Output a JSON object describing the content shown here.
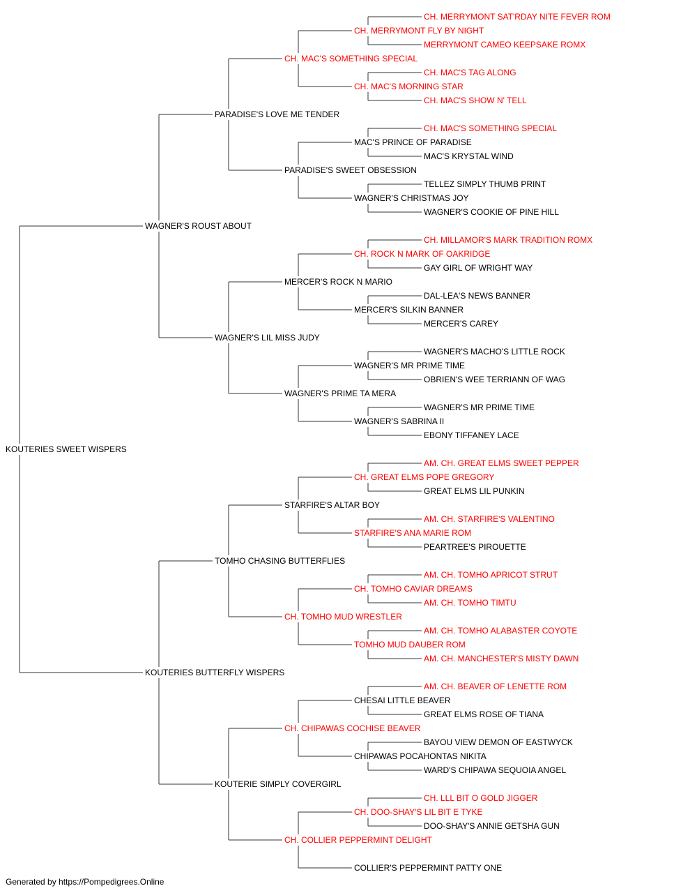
{
  "colors": {
    "normal": "#000000",
    "champion": "#ff0000",
    "line": "#333333"
  },
  "pedigree": {
    "name": "KOUTERIES SWEET WISPERS",
    "champion": false,
    "sire": {
      "name": "WAGNER'S ROUST ABOUT",
      "champion": false,
      "sire": {
        "name": "PARADISE'S LOVE ME TENDER",
        "champion": false,
        "sire": {
          "name": "CH. MAC'S SOMETHING SPECIAL",
          "champion": true,
          "sire": {
            "name": "CH. MERRYMONT FLY BY NIGHT",
            "champion": true,
            "sire": {
              "name": "CH. MERRYMONT SAT'RDAY NITE FEVER ROM",
              "champion": true
            },
            "dam": {
              "name": "MERRYMONT CAMEO KEEPSAKE ROMX",
              "champion": true
            }
          },
          "dam": {
            "name": "CH. MAC'S MORNING STAR",
            "champion": true,
            "sire": {
              "name": "CH. MAC'S TAG ALONG",
              "champion": true
            },
            "dam": {
              "name": "CH. MAC'S SHOW N' TELL",
              "champion": true
            }
          }
        },
        "dam": {
          "name": "PARADISE'S SWEET OBSESSION",
          "champion": false,
          "sire": {
            "name": "MAC'S PRINCE OF PARADISE",
            "champion": false,
            "sire": {
              "name": "CH. MAC'S SOMETHING SPECIAL",
              "champion": true
            },
            "dam": {
              "name": "MAC'S KRYSTAL WIND",
              "champion": false
            }
          },
          "dam": {
            "name": "WAGNER'S CHRISTMAS JOY",
            "champion": false,
            "sire": {
              "name": "TELLEZ SIMPLY THUMB PRINT",
              "champion": false
            },
            "dam": {
              "name": "WAGNER'S COOKIE OF PINE HILL",
              "champion": false
            }
          }
        }
      },
      "dam": {
        "name": "WAGNER'S LIL MISS JUDY",
        "champion": false,
        "sire": {
          "name": "MERCER'S ROCK N MARIO",
          "champion": false,
          "sire": {
            "name": "CH. ROCK N MARK OF OAKRIDGE",
            "champion": true,
            "sire": {
              "name": "CH. MILLAMOR'S MARK TRADITION ROMX",
              "champion": true
            },
            "dam": {
              "name": "GAY GIRL OF WRIGHT WAY",
              "champion": false
            }
          },
          "dam": {
            "name": "MERCER'S SILKIN BANNER",
            "champion": false,
            "sire": {
              "name": "DAL-LEA'S NEWS BANNER",
              "champion": false
            },
            "dam": {
              "name": "MERCER'S CAREY",
              "champion": false
            }
          }
        },
        "dam": {
          "name": "WAGNER'S PRIME TA MERA",
          "champion": false,
          "sire": {
            "name": "WAGNER'S MR PRIME TIME",
            "champion": false,
            "sire": {
              "name": "WAGNER'S MACHO'S LITTLE ROCK",
              "champion": false
            },
            "dam": {
              "name": "OBRIEN'S WEE TERRIANN OF WAG",
              "champion": false
            }
          },
          "dam": {
            "name": "WAGNER'S SABRINA II",
            "champion": false,
            "sire": {
              "name": "WAGNER'S MR PRIME TIME",
              "champion": false
            },
            "dam": {
              "name": "EBONY TIFFANEY LACE",
              "champion": false
            }
          }
        }
      }
    },
    "dam": {
      "name": "KOUTERIES BUTTERFLY WISPERS",
      "champion": false,
      "sire": {
        "name": "TOMHO CHASING BUTTERFLIES",
        "champion": false,
        "sire": {
          "name": "STARFIRE'S ALTAR BOY",
          "champion": false,
          "sire": {
            "name": "CH. GREAT ELMS POPE GREGORY",
            "champion": true,
            "sire": {
              "name": "AM. CH. GREAT ELMS SWEET PEPPER",
              "champion": true
            },
            "dam": {
              "name": "GREAT ELMS LIL PUNKIN",
              "champion": false
            }
          },
          "dam": {
            "name": "STARFIRE'S ANA MARIE ROM",
            "champion": true,
            "sire": {
              "name": "AM. CH. STARFIRE'S VALENTINO",
              "champion": true
            },
            "dam": {
              "name": "PEARTREE'S PIROUETTE",
              "champion": false
            }
          }
        },
        "dam": {
          "name": "CH. TOMHO MUD WRESTLER",
          "champion": true,
          "sire": {
            "name": "CH. TOMHO CAVIAR DREAMS",
            "champion": true,
            "sire": {
              "name": "AM. CH. TOMHO APRICOT STRUT",
              "champion": true
            },
            "dam": {
              "name": "AM. CH. TOMHO TIMTU",
              "champion": true
            }
          },
          "dam": {
            "name": "TOMHO MUD DAUBER ROM",
            "champion": true,
            "sire": {
              "name": "AM. CH. TOMHO ALABASTER COYOTE",
              "champion": true
            },
            "dam": {
              "name": "AM. CH. MANCHESTER'S MISTY DAWN",
              "champion": true
            }
          }
        }
      },
      "dam": {
        "name": "KOUTERIE SIMPLY COVERGIRL",
        "champion": false,
        "sire": {
          "name": "CH. CHIPAWAS COCHISE BEAVER",
          "champion": true,
          "sire": {
            "name": "CHESAI LITTLE BEAVER",
            "champion": false,
            "sire": {
              "name": "AM. CH. BEAVER OF LENETTE ROM",
              "champion": true
            },
            "dam": {
              "name": "GREAT ELMS ROSE OF TIANA",
              "champion": false
            }
          },
          "dam": {
            "name": "CHIPAWAS POCAHONTAS NIKITA",
            "champion": false,
            "sire": {
              "name": "BAYOU VIEW DEMON OF EASTWYCK",
              "champion": false
            },
            "dam": {
              "name": "WARD'S CHIPAWA SEQUOIA ANGEL",
              "champion": false
            }
          }
        },
        "dam": {
          "name": "CH. COLLIER PEPPERMINT DELIGHT",
          "champion": true,
          "sire": {
            "name": "CH. DOO-SHAY'S LIL BIT E TYKE",
            "champion": true,
            "sire": {
              "name": "CH. LLL BIT O GOLD JIGGER",
              "champion": true
            },
            "dam": {
              "name": "DOO-SHAY'S ANNIE GETSHA GUN",
              "champion": false
            }
          },
          "dam": {
            "name": "COLLIER'S PEPPERMINT PATTY ONE",
            "champion": false
          }
        }
      }
    }
  },
  "footer": {
    "text": "Generated by https://Pompedigrees.Online"
  }
}
